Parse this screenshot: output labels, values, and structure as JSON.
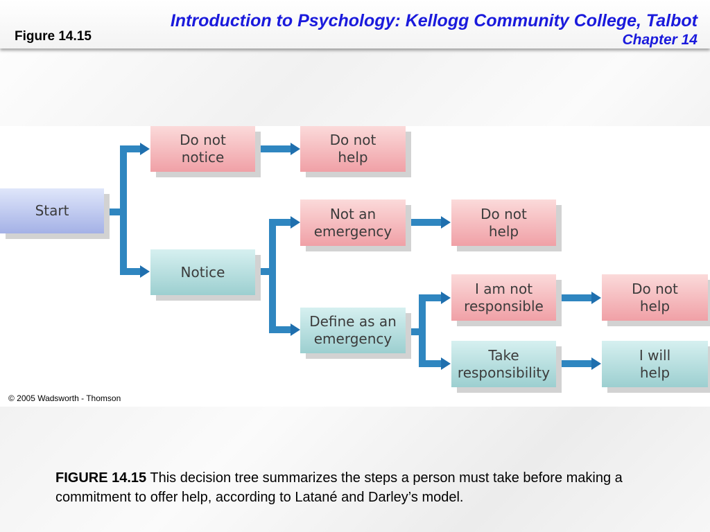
{
  "header": {
    "figure_label": "Figure 14.15",
    "title": "Introduction to Psychology: Kellogg Community College, Talbot",
    "subtitle": "Chapter 14"
  },
  "diagram": {
    "nodes": {
      "start": "Start",
      "do_not_notice": "Do not\nnotice",
      "do_not_help_1": "Do not\nhelp",
      "notice": "Notice",
      "not_an_emergency": "Not an\nemergency",
      "do_not_help_2": "Do not\nhelp",
      "define_as_emergency": "Define as an\nemergency",
      "i_am_not_responsible": "I am not\nresponsible",
      "do_not_help_3": "Do not\nhelp",
      "take_responsibility": "Take\nresponsibility",
      "i_will_help": "I will\nhelp"
    },
    "copyright": "© 2005 Wadsworth - Thomson"
  },
  "caption": {
    "label": "FIGURE 14.15",
    "text": " This decision tree summarizes the steps a person must take before making a commitment to offer help, according to Latané and Darley’s model."
  },
  "colors": {
    "title": "#1a1adc",
    "arrow": "#2f86c0",
    "pink_node": "#f0a0a6",
    "teal_node": "#9ccfd0",
    "blue_node": "#a4b1e6"
  }
}
